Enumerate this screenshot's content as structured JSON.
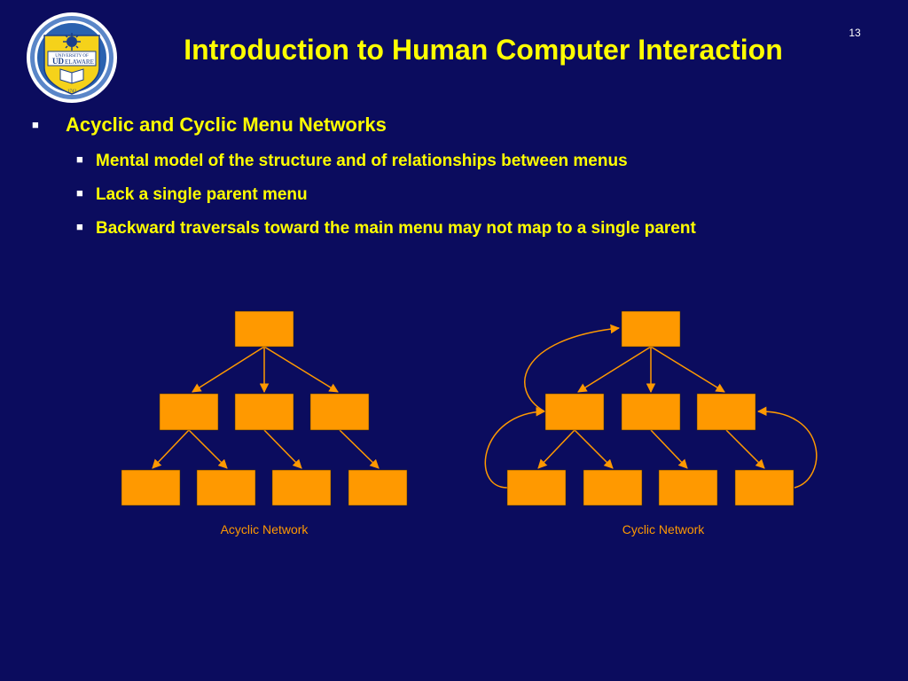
{
  "page_number": "13",
  "title": "Introduction to Human Computer Interaction",
  "logo": {
    "line1": "UNIVERSITY OF",
    "letters": "UD",
    "line2": "ELAWARE",
    "year": "1743"
  },
  "bullets": {
    "main": "Acyclic and Cyclic Menu Networks",
    "sub": [
      "Mental model of the structure and of relationships between menus",
      "Lack a single parent menu",
      "Backward traversals toward the main menu may not map to a single parent"
    ]
  },
  "diagram": {
    "acyclic_label": "Acyclic Network",
    "cyclic_label": "Cyclic Network",
    "box_color": "#ff9900",
    "line_color": "#ff9900"
  }
}
